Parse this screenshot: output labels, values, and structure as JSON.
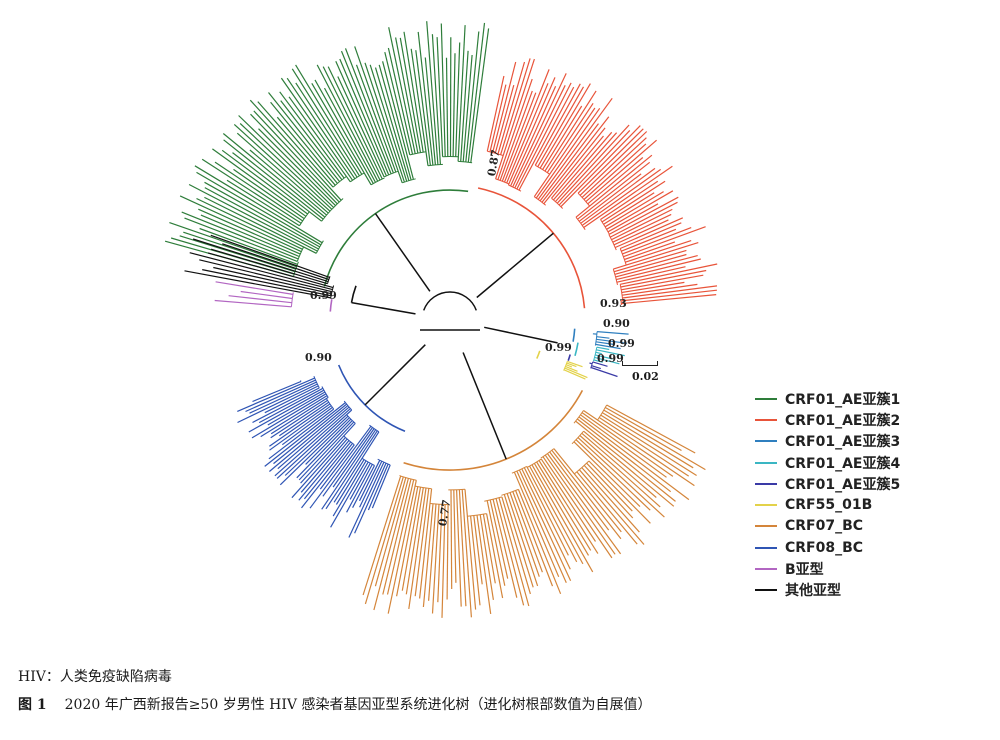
{
  "figure": {
    "bootstrap_values": [
      "0.87",
      "0.99",
      "0.93",
      "0.90",
      "0.99",
      "0.99",
      "0.99",
      "0.90",
      "0.77"
    ],
    "scale_bar_label": "0.02"
  },
  "legend": {
    "items": [
      {
        "label": "CRF01_AE亚簇1",
        "color": "#2e7d3a"
      },
      {
        "label": "CRF01_AE亚簇2",
        "color": "#e8543a"
      },
      {
        "label": "CRF01_AE亚簇3",
        "color": "#2f7fbf"
      },
      {
        "label": "CRF01_AE亚簇4",
        "color": "#3ab6c3"
      },
      {
        "label": "CRF01_AE亚簇5",
        "color": "#3a3aa6"
      },
      {
        "label": "CRF55_01B",
        "color": "#e3d24a"
      },
      {
        "label": "CRF07_BC",
        "color": "#d4853a"
      },
      {
        "label": "CRF08_BC",
        "color": "#2f55b4"
      },
      {
        "label": "B亚型",
        "color": "#b266c2"
      },
      {
        "label": "其他亚型",
        "color": "#111111"
      }
    ]
  },
  "notes": {
    "abbreviation": "HIV：人类免疫缺陷病毒",
    "caption_number": "图 1",
    "caption_text": "2020 年广西新报告≥50 岁男性 HIV 感染者基因亚型系统进化树（进化树根部数值为自展值）"
  }
}
